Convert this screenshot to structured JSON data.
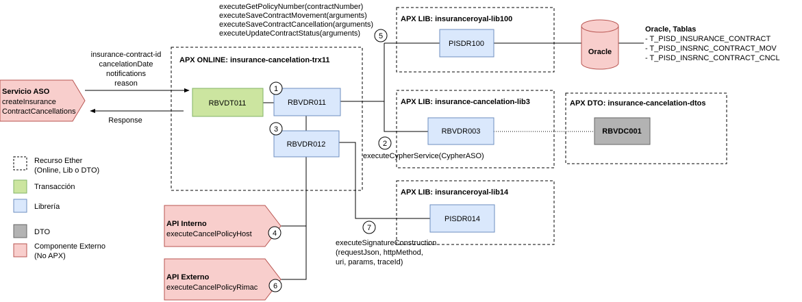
{
  "ops": {
    "line1": "executeGetPolicyNumber(contractNumber)",
    "line2": "executeSaveContractMovement(arguments)",
    "line3": "executeSaveContractCancellation(arguments)",
    "line4": "executeUpdateContractStatus(arguments)"
  },
  "input": {
    "line1": "insurance-contract-id",
    "line2": "cancelationDate",
    "line3": "notifications",
    "line4": "reason"
  },
  "response_label": "Response",
  "groups": {
    "online": "APX ONLINE: insurance-cancelation-trx11",
    "lib100": "APX LIB: insuranceroyal-lib100",
    "lib3": "APX LIB: insurance-cancelation-lib3",
    "dtos": "APX DTO: insurance-cancelation-dtos",
    "lib14": "APX LIB: insuranceroyal-lib14"
  },
  "nodes": {
    "rbvdt011": "RBVDT011",
    "rbvdr011": "RBVDR011",
    "rbvdr012": "RBVDR012",
    "pisdr100": "PISDR100",
    "rbvdr003": "RBVDR003",
    "rbvdc001": "RBVDC001",
    "pisdr014": "PISDR014",
    "oracle": "Oracle"
  },
  "aso": {
    "title": "Servicio ASO",
    "line1": "createInsurance",
    "line2": "ContractCancellations"
  },
  "api_interno": {
    "title": "API Interno",
    "method": "executeCancelPolicyHost"
  },
  "api_externo": {
    "title": "API Externo",
    "method": "executeCancelPolicyRimac"
  },
  "oracle_tables": {
    "title": "Oracle, Tablas",
    "t1": "- T_PISD_INSURANCE_CONTRACT",
    "t2": "- T_PISD_INSRNC_CONTRACT_MOV",
    "t3": "- T_PISD_INSRNC_CONTRACT_CNCL"
  },
  "cypher_label": "executeCypherService(CypherASO)",
  "signature": {
    "line1": "executeSignatureConstruction",
    "line2": "(requestJson, httpMethod,",
    "line3": "uri, params, traceId)"
  },
  "markers": {
    "m1": "1",
    "m2": "2",
    "m3": "3",
    "m4": "4",
    "m5": "5",
    "m6": "6",
    "m7": "7"
  },
  "legend": {
    "ether_line1": "Recurso Ether",
    "ether_line2": "(Online, Lib o DTO)",
    "transaccion": "Transacción",
    "libreria": "Librería",
    "dto": "DTO",
    "externo_line1": "Componente Externo",
    "externo_line2": "(No APX)"
  },
  "colors": {
    "transaction": "#cce5a0",
    "library": "#dae8fc",
    "library_border": "#6c8ebf",
    "dto": "#b3b3b3",
    "external": "#f8cecc",
    "external_border": "#b85450",
    "transaction_border": "#82b366"
  }
}
